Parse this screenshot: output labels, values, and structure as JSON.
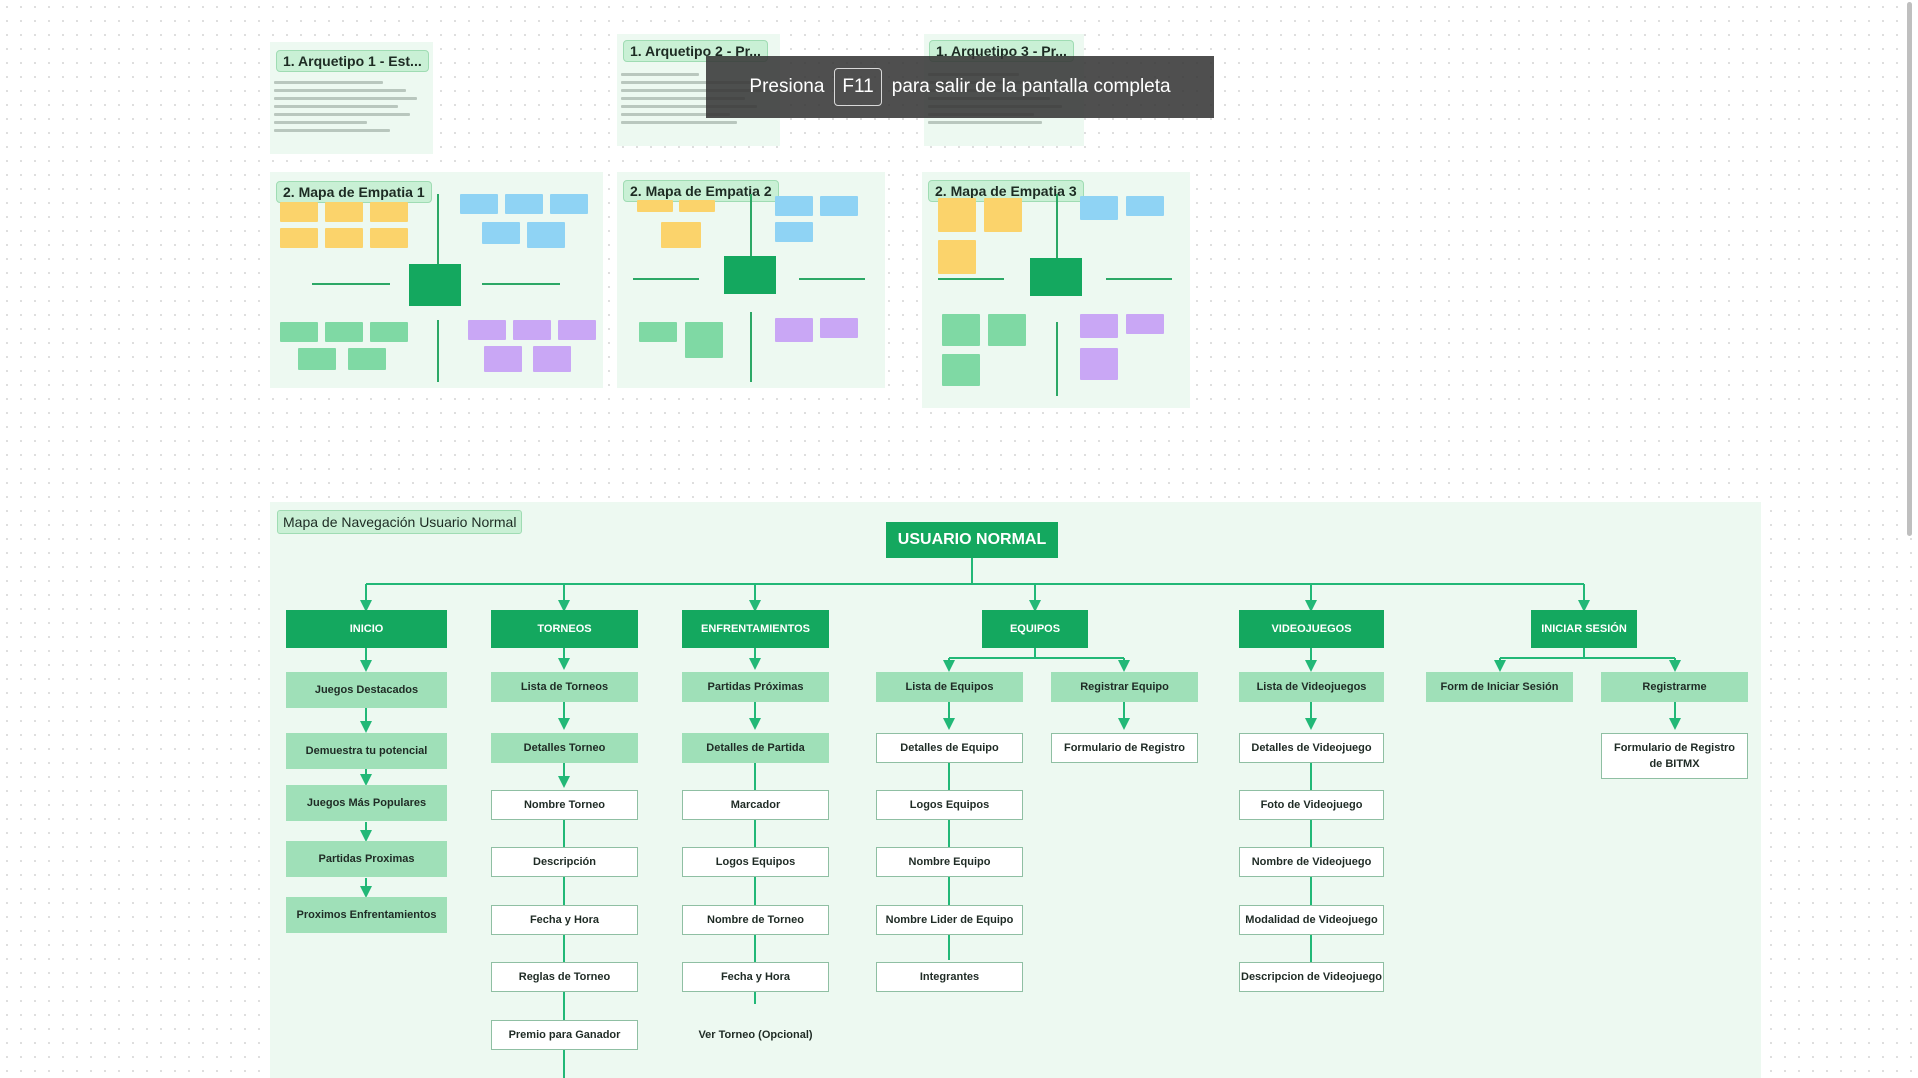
{
  "fullscreen_toast": {
    "prefix": "Presiona",
    "key": "F11",
    "suffix": "para salir de la pantalla completa"
  },
  "archetypes": [
    {
      "title": "1. Arquetipo 1 - Est..."
    },
    {
      "title": "1. Arquetipo 2 - Pr..."
    },
    {
      "title": "1. Arquetipo 3 - Pr..."
    }
  ],
  "empathy_maps": [
    {
      "title": "2. Mapa de Empatia 1"
    },
    {
      "title": "2. Mapa de Empatia 2"
    },
    {
      "title": "2. Mapa de Empatia 3"
    }
  ],
  "nav_map": {
    "title": "Mapa de Navegación Usuario Normal",
    "root": "USUARIO NORMAL",
    "categories": [
      {
        "label": "INICIO",
        "children": [
          {
            "label": "Juegos Destacados",
            "style": "filled"
          },
          {
            "label": "Demuestra tu potencial",
            "style": "filled"
          },
          {
            "label": "Juegos Más Populares",
            "style": "filled"
          },
          {
            "label": "Partidas Proximas",
            "style": "filled"
          },
          {
            "label": "Proximos Enfrentamientos",
            "style": "filled"
          }
        ]
      },
      {
        "label": "TORNEOS",
        "children": [
          {
            "label": "Lista de Torneos",
            "style": "filled"
          },
          {
            "label": "Detalles Torneo",
            "style": "filled"
          },
          {
            "label": "Nombre Torneo",
            "style": "outlined"
          },
          {
            "label": "Descripción",
            "style": "outlined"
          },
          {
            "label": "Fecha y Hora",
            "style": "outlined"
          },
          {
            "label": "Reglas de Torneo",
            "style": "outlined"
          },
          {
            "label": "Premio para Ganador",
            "style": "outlined"
          }
        ]
      },
      {
        "label": "ENFRENTAMIENTOS",
        "children": [
          {
            "label": "Partidas Próximas",
            "style": "filled"
          },
          {
            "label": "Detalles de Partida",
            "style": "filled"
          },
          {
            "label": "Marcador",
            "style": "outlined"
          },
          {
            "label": "Logos Equipos",
            "style": "outlined"
          },
          {
            "label": "Nombre de Torneo",
            "style": "outlined"
          },
          {
            "label": "Fecha y Hora",
            "style": "outlined"
          },
          {
            "label": "Ver Torneo (Opcional)",
            "style": "plain"
          }
        ]
      },
      {
        "label": "EQUIPOS",
        "sub": [
          {
            "label": "Lista de Equipos",
            "children": [
              "Detalles de Equipo",
              "Logos Equipos",
              "Nombre Equipo",
              "Nombre Lider de Equipo",
              "Integrantes"
            ]
          },
          {
            "label": "Registrar Equipo",
            "children": [
              "Formulario de Registro"
            ]
          }
        ]
      },
      {
        "label": "VIDEOJUEGOS",
        "children": [
          {
            "label": "Lista de Videojuegos",
            "style": "filled"
          },
          {
            "label": "Detalles de Videojuego",
            "style": "outlined"
          },
          {
            "label": "Foto de Videojuego",
            "style": "outlined"
          },
          {
            "label": "Nombre de Videojuego",
            "style": "outlined"
          },
          {
            "label": "Modalidad de Videojuego",
            "style": "outlined"
          },
          {
            "label": "Descripcion de Videojuego",
            "style": "outlined"
          }
        ]
      },
      {
        "label": "INICIAR SESIÓN",
        "sub": [
          {
            "label": "Form de Iniciar Sesión",
            "children": []
          },
          {
            "label": "Registrarme",
            "children": [
              "Formulario de Registro de BITMX"
            ]
          }
        ]
      }
    ]
  }
}
